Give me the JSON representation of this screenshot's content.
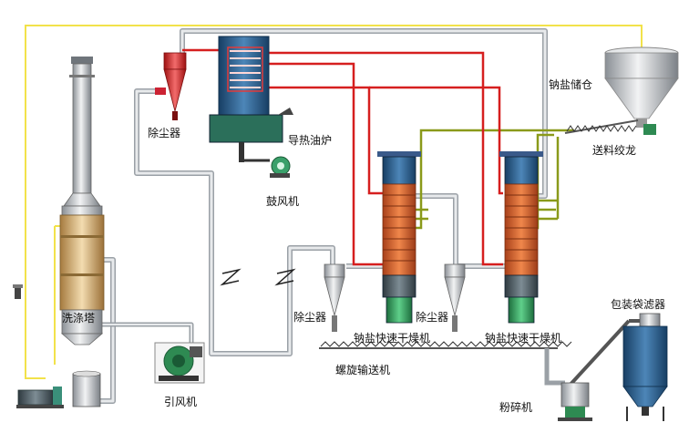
{
  "labels": {
    "sodium_silo": "钠盐储仓",
    "feed_auger": "送料绞龙",
    "cyclone_top": "除尘器",
    "oil_furnace": "导热油炉",
    "blower": "鼓风机",
    "scrubber": "洗涤塔",
    "induced_fan": "引风机",
    "dust_left": "除尘器",
    "dust_mid": "除尘器",
    "dryer_left": "钠盐快速干燥机",
    "dryer_right": "钠盐快速干燥机",
    "screw_conveyor": "螺旋输送机",
    "bag_filter": "包装袋滤器",
    "pulverizer": "粉碎机"
  },
  "colors": {
    "hot_oil": "#d61f1f",
    "air_duct": "#c8c8c8",
    "feed_line": "#8a9a1a",
    "water_line": "#f2e24a",
    "dryer_body": "#d9642a",
    "motor": "#2e9c5a",
    "furnace": "#1f5c8a"
  }
}
